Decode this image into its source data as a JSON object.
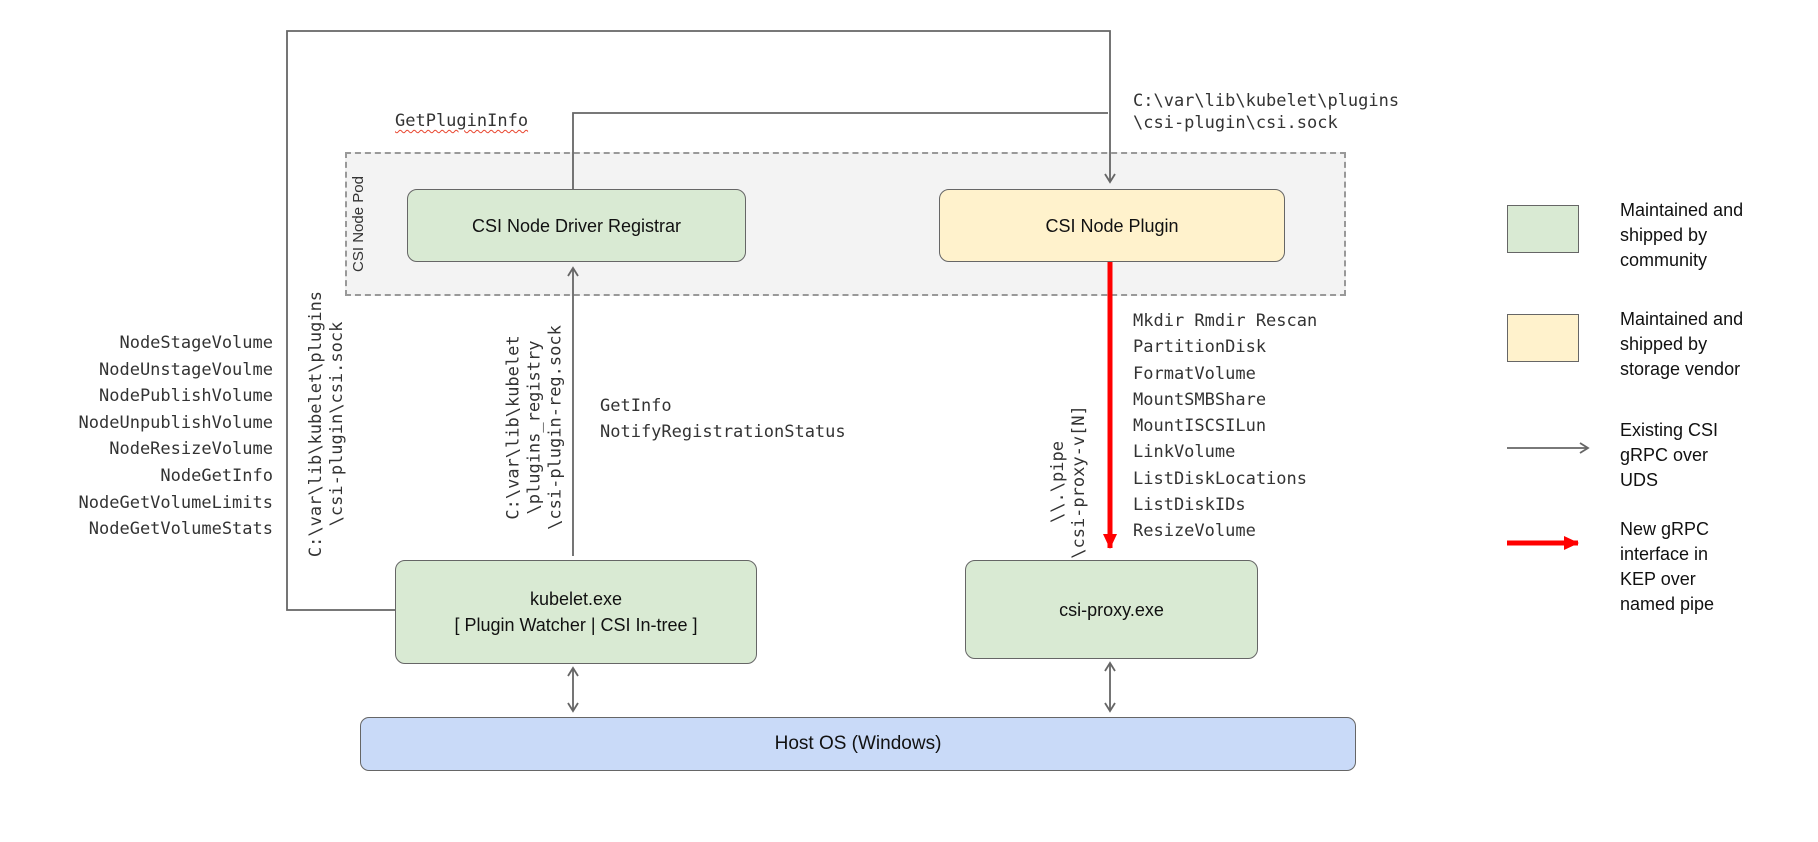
{
  "diagram": {
    "pod_label": "CSI Node Pod",
    "boxes": {
      "registrar_label": "CSI Node Driver Registrar",
      "plugin_label": "CSI Node Plugin",
      "kubelet_label_line1": "kubelet.exe",
      "kubelet_label_line2": "[ Plugin Watcher | CSI In-tree ]",
      "csi_proxy_label": "csi-proxy.exe",
      "host_os_label": "Host OS (Windows)"
    },
    "annotations": {
      "get_plugin_info": "GetPluginInfo",
      "csi_sock_path": [
        "C:\\var\\lib\\kubelet\\plugins",
        "\\csi-plugin\\csi.sock"
      ],
      "registration_sock_path": [
        "C:\\var\\lib\\kubelet",
        "\\plugins_registry",
        "\\csi-plugin-reg.sock"
      ],
      "registration_calls": [
        "GetInfo",
        "NotifyRegistrationStatus"
      ],
      "named_pipe": [
        "\\\\.\\pipe",
        "\\csi-proxy-v[N]"
      ]
    },
    "node_methods": [
      "NodeStageVolume",
      "NodeUnstageVoulme",
      "NodePublishVolume",
      "NodeUnpublishVolume",
      "NodeResizeVolume",
      "NodeGetInfo",
      "NodeGetVolumeLimits",
      "NodeGetVolumeStats"
    ],
    "proxy_methods": [
      "Mkdir Rmdir Rescan",
      "PartitionDisk",
      "FormatVolume",
      "MountSMBShare",
      "MountISCSILun",
      "LinkVolume",
      "ListDiskLocations",
      "ListDiskIDs",
      "ResizeVolume"
    ]
  },
  "legend": {
    "community": [
      "Maintained and",
      "shipped by",
      "community"
    ],
    "vendor": [
      "Maintained and",
      "shipped by",
      "storage vendor"
    ],
    "uds_arrow": [
      "Existing CSI",
      "gRPC over",
      "UDS"
    ],
    "pipe_arrow": [
      "New gRPC",
      "interface in",
      "KEP over",
      "named pipe"
    ]
  },
  "colors": {
    "community_fill": "#d9ead3",
    "vendor_fill": "#fff2cc",
    "host_fill": "#c9daf8",
    "pod_fill": "#f3f3f3",
    "gray_arrow": "#666666",
    "red_arrow": "#ff0000"
  }
}
